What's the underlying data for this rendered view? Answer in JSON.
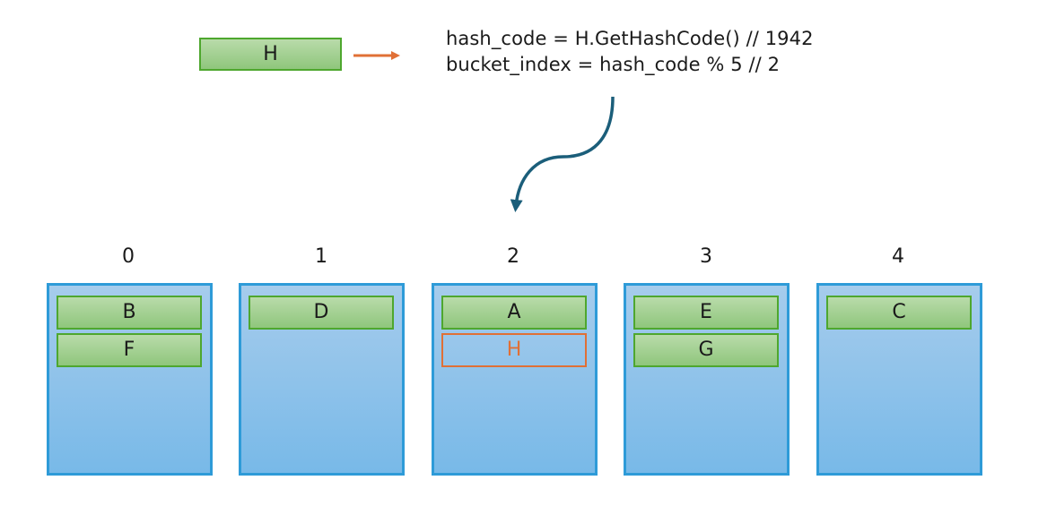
{
  "key": {
    "label": "H"
  },
  "code": {
    "line1": "hash_code = H.GetHashCode() // 1942",
    "line2": "bucket_index = hash_code % 5 // 2"
  },
  "colors": {
    "entry_border": "#4ea72e",
    "bucket_border": "#2e9bd8",
    "new_entry": "#e07036",
    "curve_arrow": "#1b5e7a",
    "key_arrow": "#e07036"
  },
  "buckets": [
    {
      "index": "0",
      "entries": [
        "B",
        "F"
      ]
    },
    {
      "index": "1",
      "entries": [
        "D"
      ]
    },
    {
      "index": "2",
      "entries": [
        "A"
      ],
      "new_entry": "H"
    },
    {
      "index": "3",
      "entries": [
        "E",
        "G"
      ]
    },
    {
      "index": "4",
      "entries": [
        "C"
      ]
    }
  ]
}
